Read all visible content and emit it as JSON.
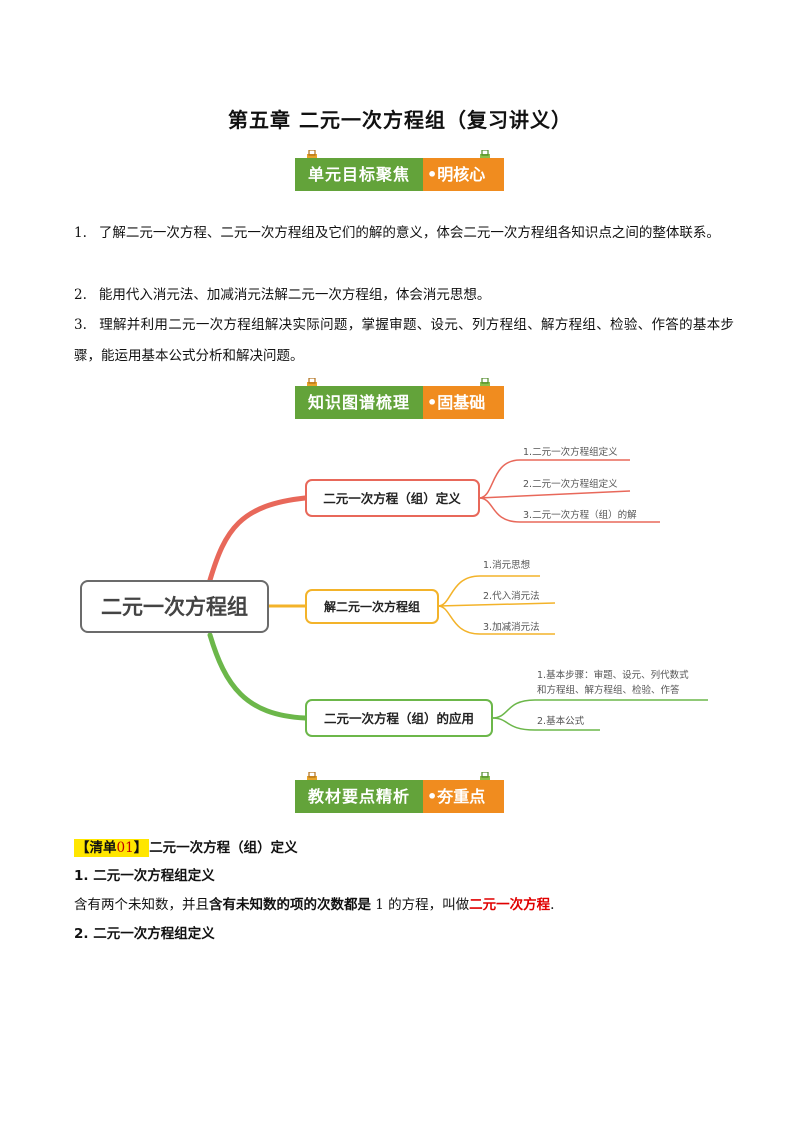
{
  "title": "第五章  二元一次方程组（复习讲义）",
  "banners": [
    {
      "green": "单元目标聚焦",
      "orange": "•明核心"
    },
    {
      "green": "知识图谱梳理",
      "orange": "•固基础"
    },
    {
      "green": "教材要点精析",
      "orange": "•夯重点"
    }
  ],
  "goals": [
    {
      "num": "1.",
      "text": "了解二元一次方程、二元一次方程组及它们的解的意义，体会二元一次方程组各知识点之间的整体联系。"
    },
    {
      "num": "2.",
      "text": "能用代入消元法、加减消元法解二元一次方程组，体会消元思想。"
    },
    {
      "num": "3.",
      "text": "理解并利用二元一次方程组解决实际问题，掌握审题、设元、列方程组、解方程组、检验、作答的基本步骤，能运用基本公式分析和解决问题。"
    }
  ],
  "mindmap": {
    "root": "二元一次方程组",
    "branches": [
      {
        "label": "二元一次方程（组）定义",
        "color": "#e8685a",
        "leaves": [
          "1.二元一次方程组定义",
          "2.二元一次方程组定义",
          "3.二元一次方程（组）的解"
        ]
      },
      {
        "label": "解二元一次方程组",
        "color": "#f3b32a",
        "leaves": [
          "1.消元思想",
          "2.代入消元法",
          "3.加减消元法"
        ]
      },
      {
        "label": "二元一次方程（组）的应用",
        "color": "#6cb74a",
        "leaves": [
          "1.基本步骤：审题、设元、列代数式",
          "和方程组、解方程组、检验、作答",
          "2.基本公式"
        ]
      }
    ]
  },
  "list_section": {
    "tag_prefix": "【清单",
    "tag_num": "01",
    "tag_suffix": "】",
    "heading": "二元一次方程（组）定义",
    "item1_title": "1. 二元一次方程组定义",
    "item1_text_a": "含有两个未知数，并且",
    "item1_text_bold": "含有未知数的项的次数都是",
    "item1_text_num": " 1 ",
    "item1_text_b": "的方程，叫做",
    "item1_text_red": "二元一次方程",
    "item1_text_end": ".",
    "item2_title": "2. 二元一次方程组定义"
  },
  "colors": {
    "banner_green": "#63a33a",
    "banner_orange": "#f08c1f",
    "red": "#e00000",
    "highlight": "#ffe600"
  }
}
